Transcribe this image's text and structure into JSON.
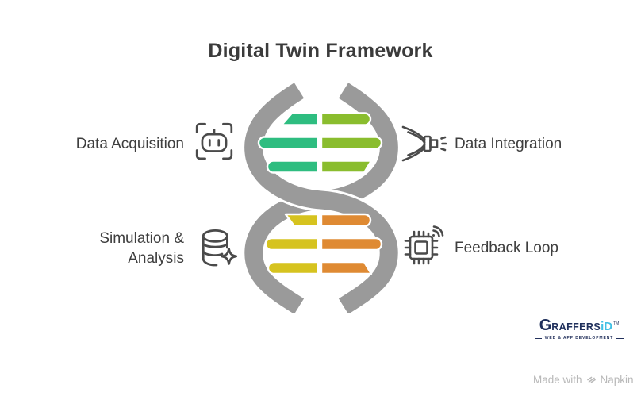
{
  "page": {
    "title": "Digital Twin Framework"
  },
  "nodes": {
    "data_acquisition": {
      "label": "Data Acquisition",
      "icon": "robot-scan-icon"
    },
    "data_integration": {
      "label": "Data Integration",
      "icon": "cable-merge-icon"
    },
    "simulation_analysis": {
      "label": "Simulation & Analysis",
      "icon": "database-sparkle-icon"
    },
    "feedback_loop": {
      "label": "Feedback Loop",
      "icon": "chip-signal-icon"
    }
  },
  "helix": {
    "colors": {
      "strand": "#9a9a9a",
      "top_left": "#2ebd80",
      "top_right": "#8abd2e",
      "bottom_left": "#d6c31f",
      "bottom_right": "#df8a33"
    }
  },
  "branding": {
    "logo": {
      "g": "G",
      "rest": "RAFFERS",
      "accent": "iD",
      "tm": "TM",
      "tagline": "WEB & APP DEVELOPMENT"
    },
    "credit": {
      "prefix": "Made with",
      "brand": "Napkin"
    }
  }
}
